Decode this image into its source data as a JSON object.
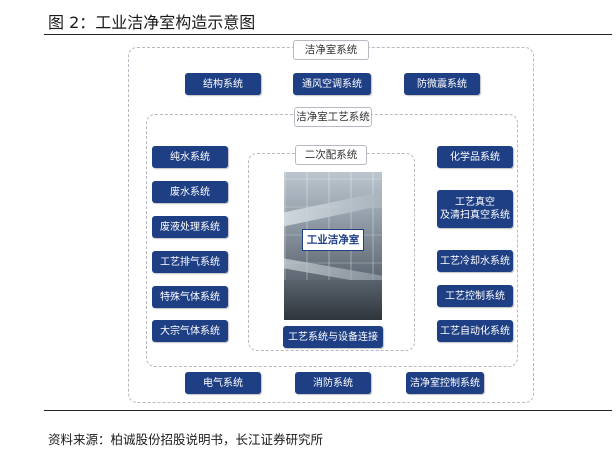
{
  "figure_title": "图 2：工业洁净室构造示意图",
  "outer": {
    "label": "洁净室系统",
    "top_systems": [
      "结构系统",
      "通风空调系统",
      "防微震系统"
    ],
    "bottom_systems": [
      "电气系统",
      "消防系统",
      "洁净室控制系统"
    ]
  },
  "process": {
    "label": "洁净室工艺系统",
    "left_systems": [
      "纯水系统",
      "废水系统",
      "废液处理系统",
      "工艺排气系统",
      "特殊气体系统",
      "大宗气体系统"
    ],
    "right_systems": [
      "化学品系统",
      "工艺真空\n及清扫真空系统",
      "工艺冷却水系统",
      "工艺控制系统",
      "工艺自动化系统"
    ]
  },
  "secondary": {
    "label": "二次配系统",
    "center_label": "工业洁净室",
    "bottom_system": "工艺系统与设备连接"
  },
  "source": "资料来源：柏诚股份招股说明书，长江证券研究所"
}
